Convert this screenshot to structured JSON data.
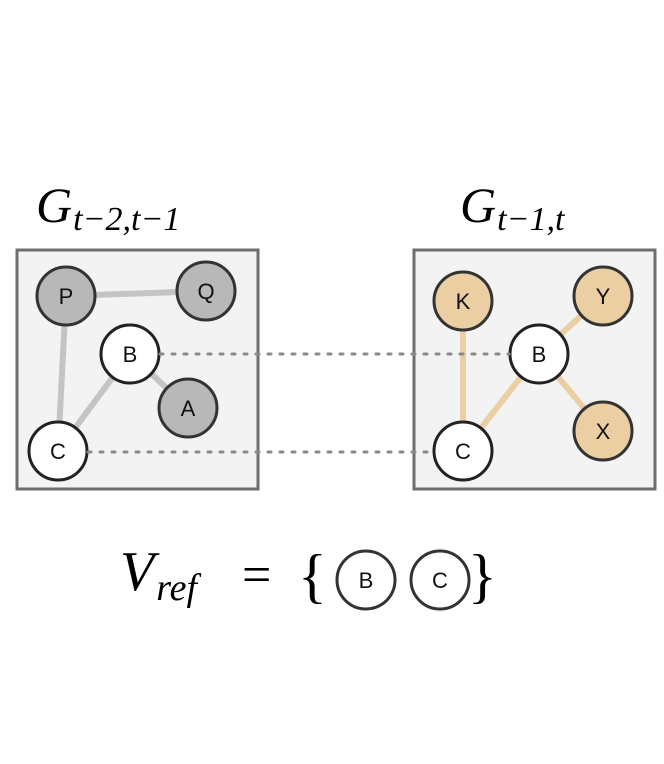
{
  "graphs": [
    {
      "id": "left",
      "title_main": "G",
      "title_sub": "t−2,t−1",
      "nodes": [
        {
          "label": "P",
          "kind": "other"
        },
        {
          "label": "Q",
          "kind": "other"
        },
        {
          "label": "B",
          "kind": "ref"
        },
        {
          "label": "A",
          "kind": "other"
        },
        {
          "label": "C",
          "kind": "ref"
        }
      ]
    },
    {
      "id": "right",
      "title_main": "G",
      "title_sub": "t−1,t",
      "nodes": [
        {
          "label": "K",
          "kind": "other"
        },
        {
          "label": "Y",
          "kind": "other"
        },
        {
          "label": "B",
          "kind": "ref"
        },
        {
          "label": "X",
          "kind": "other"
        },
        {
          "label": "C",
          "kind": "ref"
        }
      ]
    }
  ],
  "formula": {
    "main": "V",
    "sub": "ref",
    "equals": "=",
    "open_brace": "{",
    "close_brace": "}",
    "members": [
      "B",
      "C"
    ]
  },
  "colors": {
    "left_other_fill": "#b8b8b8",
    "left_edge": "#c4c4c4",
    "right_other_fill": "#ebcfa3",
    "right_edge": "#ebcfa3",
    "ref_fill": "#ffffff",
    "box_fill": "#f3f3f3",
    "box_stroke": "#6e6e6e",
    "correspondence": "#8a8a8a"
  }
}
